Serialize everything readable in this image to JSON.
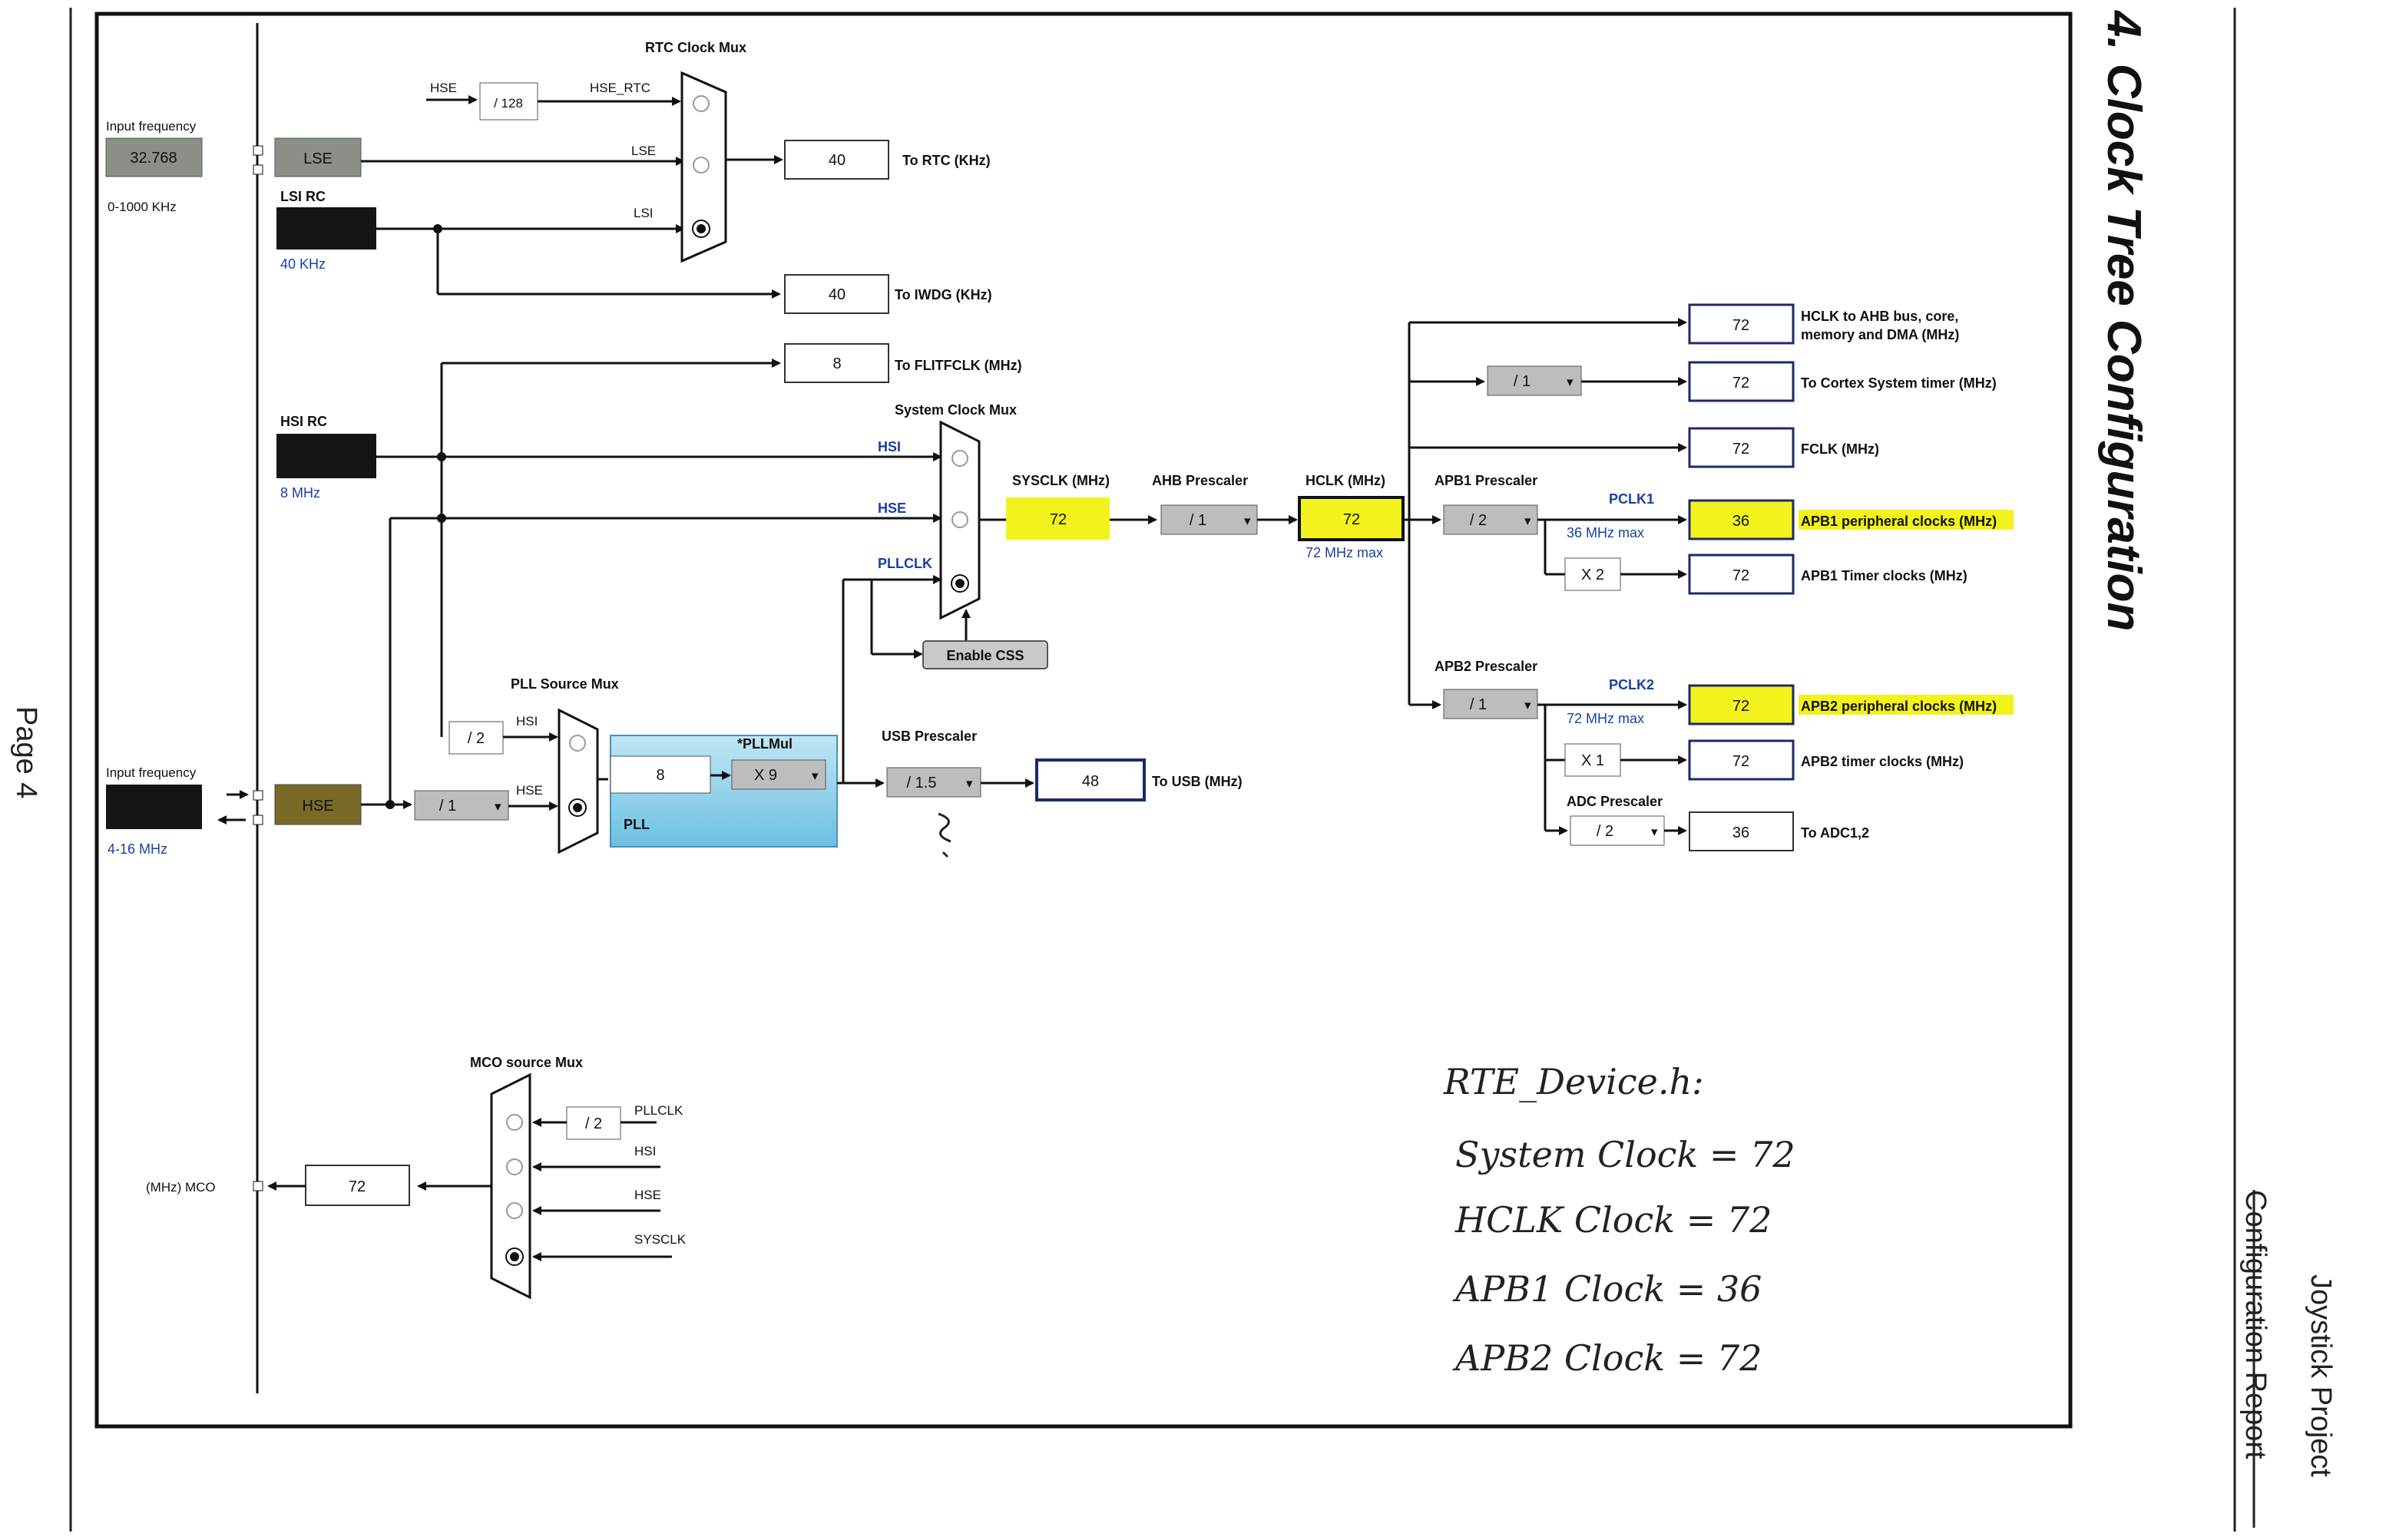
{
  "page": {
    "label": "Page 4"
  },
  "header": {
    "line1": "Joystick Project",
    "line2": "Configuration Report"
  },
  "section_title": "4. Clock Tree Configuration",
  "inputs": {
    "lse": {
      "caption": "Input frequency",
      "value": "32.768",
      "range": "0-1000 KHz",
      "block": "LSE"
    },
    "lsi": {
      "title": "LSI RC",
      "freq": "40 KHz"
    },
    "hsi": {
      "title": "HSI RC",
      "freq": "8 MHz"
    },
    "hse": {
      "caption": "Input frequency",
      "range": "4-16 MHz",
      "block": "HSE"
    }
  },
  "rtc": {
    "title": "RTC Clock Mux",
    "hse_label": "HSE",
    "hse_div": "/ 128",
    "hse_rtc": "HSE_RTC",
    "lse_label": "LSE",
    "lsi_label": "LSI",
    "out_value": "40",
    "out_label": "To RTC (KHz)"
  },
  "iwdg": {
    "value": "40",
    "label": "To IWDG (KHz)"
  },
  "flit": {
    "value": "8",
    "label": "To FLITFCLK (MHz)"
  },
  "sysmux": {
    "title": "System Clock Mux",
    "hsi": "HSI",
    "hse": "HSE",
    "pllclk": "PLLCLK",
    "css_button": "Enable CSS"
  },
  "sysclk": {
    "label": "SYSCLK (MHz)",
    "value": "72"
  },
  "ahb": {
    "label": "AHB Prescaler",
    "value": "/ 1"
  },
  "hclk": {
    "label": "HCLK (MHz)",
    "value": "72",
    "max": "72 MHz max"
  },
  "apb1": {
    "label": "APB1 Prescaler",
    "value": "/ 2",
    "pclk": "PCLK1",
    "max": "36 MHz max",
    "timer_mul": "X 2"
  },
  "apb2": {
    "label": "APB2 Prescaler",
    "value": "/ 1",
    "pclk": "PCLK2",
    "max": "72 MHz max",
    "timer_mul": "X 1"
  },
  "adc": {
    "label": "ADC Prescaler",
    "value": "/ 2"
  },
  "cortex_div": "/ 1",
  "outputs": [
    {
      "value": "72",
      "label": "HCLK to AHB bus, core,",
      "label2": "memory and DMA (MHz)",
      "highlight": false
    },
    {
      "value": "72",
      "label": "To Cortex System timer (MHz)",
      "highlight": false
    },
    {
      "value": "72",
      "label": "FCLK (MHz)",
      "highlight": false
    },
    {
      "value": "36",
      "label": "APB1 peripheral clocks (MHz)",
      "highlight": true
    },
    {
      "value": "72",
      "label": "APB1 Timer clocks (MHz)",
      "highlight": false
    },
    {
      "value": "72",
      "label": "APB2 peripheral clocks (MHz)",
      "highlight": true
    },
    {
      "value": "72",
      "label": "APB2 timer clocks (MHz)",
      "highlight": false
    },
    {
      "value": "36",
      "label": "To ADC1,2",
      "highlight": false
    }
  ],
  "pll": {
    "source_title": "PLL Source Mux",
    "hsi_div": "/ 2",
    "hsi": "HSI",
    "hse": "HSE",
    "hse_div": "/ 1",
    "input_value": "8",
    "mul_title": "*PLLMul",
    "mul": "X 9",
    "name": "PLL"
  },
  "usb": {
    "title": "USB Prescaler",
    "value": "/ 1.5",
    "out_value": "48",
    "out_label": "To USB (MHz)"
  },
  "mco": {
    "title": "MCO source Mux",
    "div": "/ 2",
    "pllclk": "PLLCLK",
    "hsi": "HSI",
    "hse": "HSE",
    "sysclk": "SYSCLK",
    "value": "72",
    "label": "(MHz) MCO"
  },
  "notes": {
    "title": "RTE_Device.h:",
    "lines": [
      "System Clock = 72",
      "HCLK Clock = 72",
      "APB1 Clock = 36",
      "APB2 Clock = 72"
    ]
  },
  "colors": {
    "highlight": "#f2f21c",
    "pll_fill": "#8fd0ea",
    "input_dark": "#151515",
    "hse_block": "#7a6a28",
    "lse_block": "#8a8f88",
    "accent_blue": "#1a3fa8"
  }
}
